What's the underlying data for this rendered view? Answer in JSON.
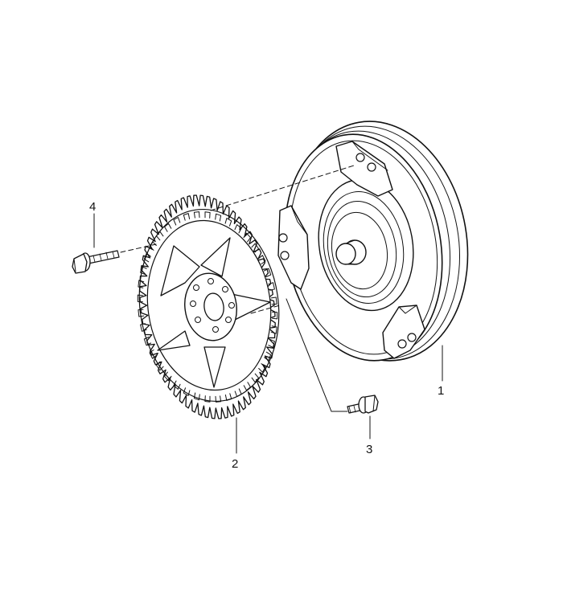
{
  "diagram": {
    "callouts": [
      {
        "id": "1",
        "label": "1",
        "part": "torque-converter"
      },
      {
        "id": "2",
        "label": "2",
        "part": "drive-plate-ring-gear"
      },
      {
        "id": "3",
        "label": "3",
        "part": "hex-bolt"
      },
      {
        "id": "4",
        "label": "4",
        "part": "hex-bolt"
      }
    ],
    "colors": {
      "ink": "#111111",
      "background": "#ffffff"
    }
  }
}
